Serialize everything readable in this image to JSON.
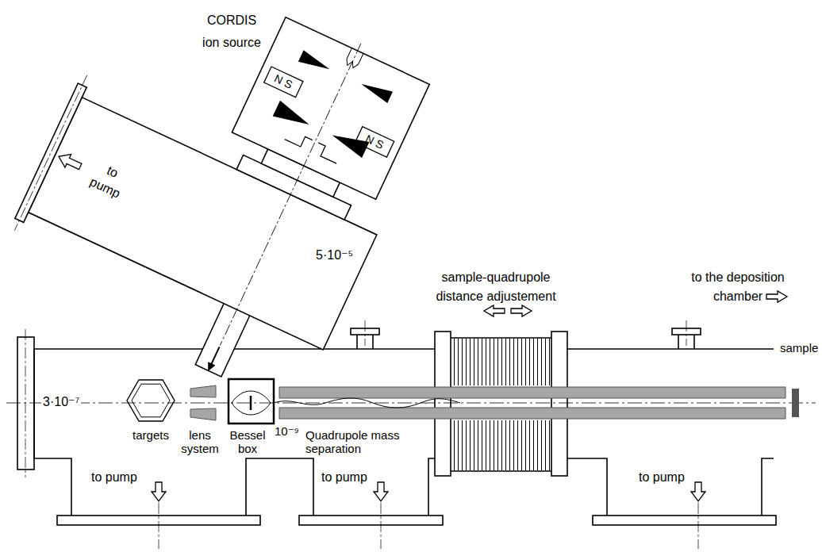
{
  "diagram": {
    "labels": [
      "CORDIS ion source",
      "N S",
      "N S",
      "to pump",
      "5·10⁻⁵",
      "3·10⁻⁷",
      "targets",
      "lens system",
      "Bessel box",
      "10⁻⁹",
      "Quadrupole mass separation",
      "sample-quadrupole distance adjustement",
      "to the deposition chamber",
      "sample",
      "to pump",
      "to pump",
      "to pump"
    ]
  }
}
